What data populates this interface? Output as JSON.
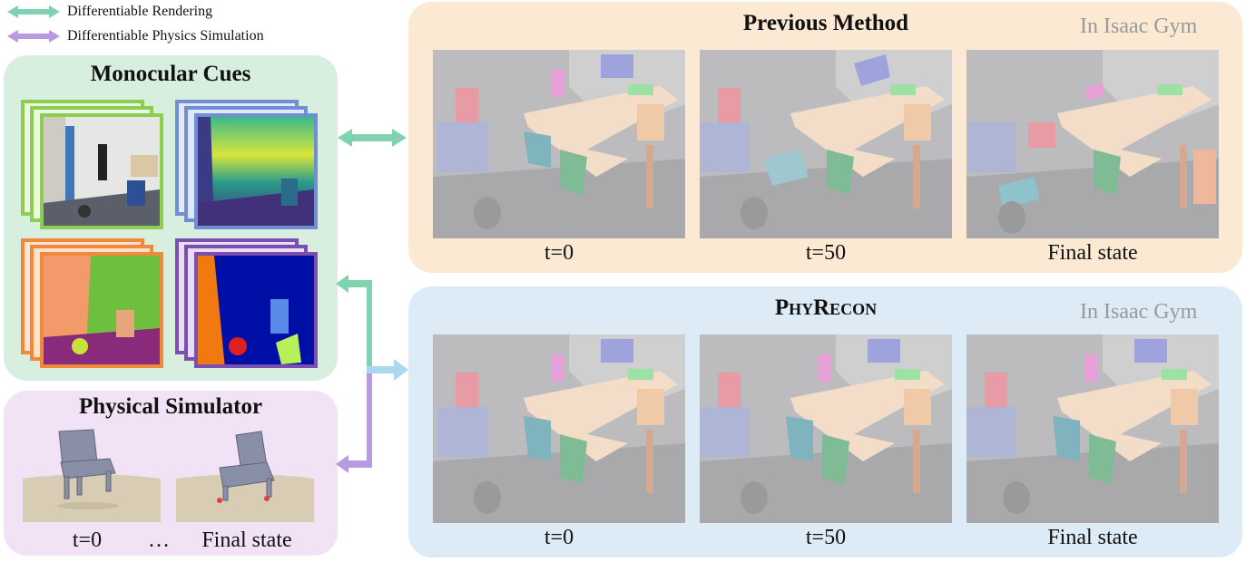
{
  "legend": {
    "rendering_label": "Differentiable Rendering",
    "physics_label": "Differentiable Physics Simulation"
  },
  "monocular": {
    "title": "Monocular Cues"
  },
  "simulator": {
    "title": "Physical Simulator",
    "captions": [
      "t=0",
      "…",
      "Final state"
    ]
  },
  "previous": {
    "title": "Previous Method",
    "subtitle": "In Isaac Gym",
    "captions": [
      "t=0",
      "t=50",
      "Final state"
    ]
  },
  "phyrecon": {
    "title": "PhyRecon",
    "subtitle": "In Isaac Gym",
    "captions": [
      "t=0",
      "t=50",
      "Final state"
    ]
  },
  "colors": {
    "rendering_arrow": "#7fd3b0",
    "physics_arrow": "#b99ae0",
    "blue_arrow": "#a9d8f0",
    "previous_bg": "#fbe9d3",
    "phyrecon_bg": "#dcebf6",
    "monocular_bg": "#d8efe0",
    "simulator_bg": "#f1e2f6"
  }
}
